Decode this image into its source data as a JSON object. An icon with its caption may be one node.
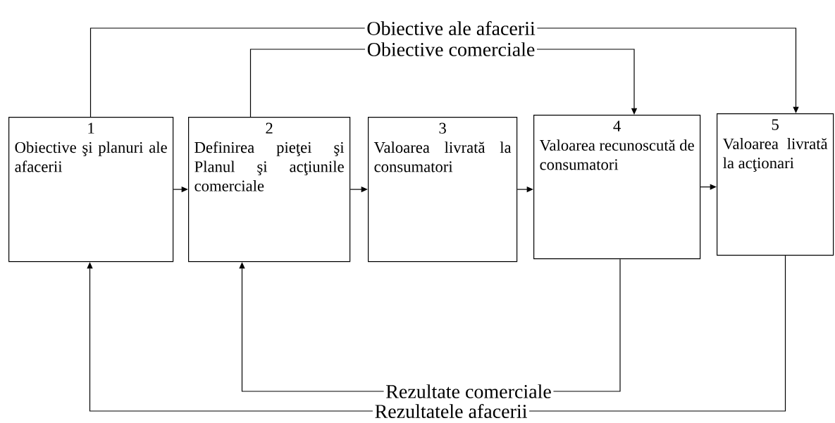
{
  "diagram": {
    "nodes": [
      {
        "text": [
          "1",
          "Obiective şi planuri ale afacerii"
        ]
      },
      {
        "text": [
          "2",
          "Definirea pieţei şi Planul şi acţiunile comerciale"
        ]
      },
      {
        "text": [
          "3",
          "Valoarea livrată la consumatori"
        ]
      },
      {
        "text": [
          "4",
          "Valoarea recunoscută de consumatori"
        ]
      },
      {
        "text": [
          "5",
          "Valoarea livrată la acţionari"
        ]
      }
    ],
    "edges": [
      {
        "from": 0,
        "to": 1,
        "arrow": "to"
      },
      {
        "from": 1,
        "to": 2,
        "arrow": "to"
      },
      {
        "from": 2,
        "to": 3,
        "arrow": "to"
      },
      {
        "from": 3,
        "to": 4,
        "arrow": "to"
      },
      {
        "from": 0,
        "to": 4,
        "arrow": "to",
        "label": "Obiective ale afacerii"
      },
      {
        "from": 1,
        "to": 3,
        "arrow": "to",
        "label": "Obiective comerciale"
      },
      {
        "from": 3,
        "to": 1,
        "arrow": "to",
        "label": "Rezultate comerciale"
      },
      {
        "from": 4,
        "to": 0,
        "arrow": "to",
        "label": "Rezultatele afacerii"
      }
    ]
  }
}
